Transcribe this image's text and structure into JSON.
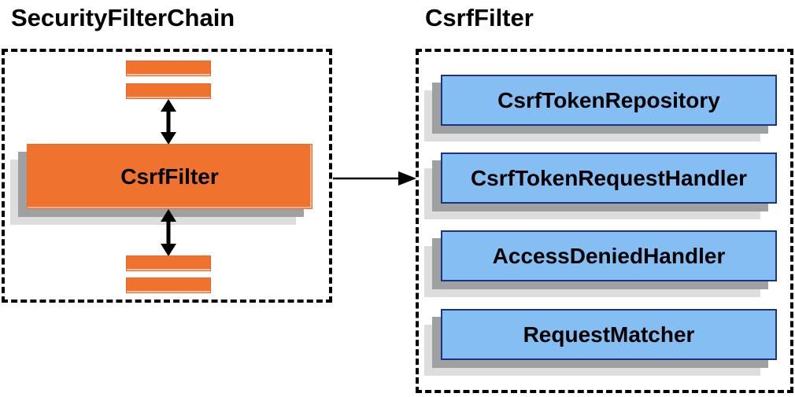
{
  "left_diagram": {
    "title": "SecurityFilterChain",
    "filter_label": "CsrfFilter"
  },
  "right_diagram": {
    "title": "CsrfFilter",
    "components": [
      "CsrfTokenRepository",
      "CsrfTokenRequestHandler",
      "AccessDeniedHandler",
      "RequestMatcher"
    ]
  },
  "colors": {
    "orange_fill": "#F0722F",
    "orange_border": "#ED6426",
    "blue_fill": "#85BEF2",
    "blue_border": "#1E3282",
    "shadow_medium": "#9FA0A1",
    "shadow_light": "#DDDDDE",
    "dashed_border": "#000000",
    "text": "#000000",
    "background": "#FFFFFF"
  }
}
